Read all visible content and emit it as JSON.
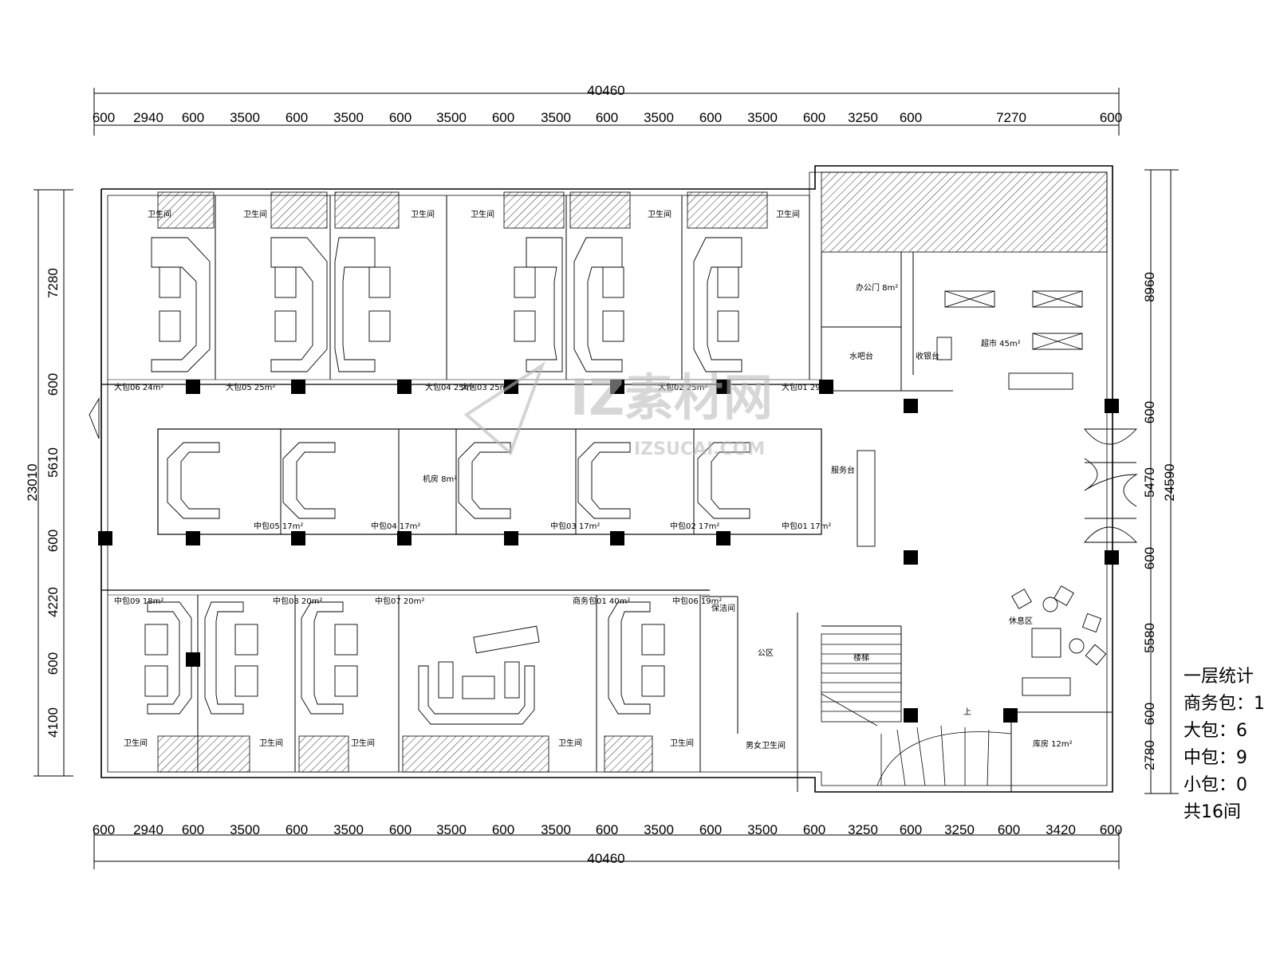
{
  "dims_top": {
    "total": "40460",
    "segments": [
      "600",
      "2940",
      "600",
      "3500",
      "600",
      "3500",
      "600",
      "3500",
      "600",
      "3500",
      "600",
      "3500",
      "600",
      "3500",
      "600",
      "3250",
      "600",
      "7270",
      "600"
    ]
  },
  "dims_bottom": {
    "total": "40460",
    "segments": [
      "600",
      "2940",
      "600",
      "3500",
      "600",
      "3500",
      "600",
      "3500",
      "600",
      "3500",
      "600",
      "3500",
      "600",
      "3500",
      "600",
      "3250",
      "600",
      "3250",
      "600",
      "3420",
      "600"
    ]
  },
  "dims_left": {
    "total": "23010",
    "segments": [
      "7280",
      "600",
      "5610",
      "600",
      "4220",
      "600",
      "4100"
    ]
  },
  "dims_right": {
    "total": "24590",
    "segments": [
      "8960",
      "600",
      "5470",
      "600",
      "5580",
      "600",
      "2780"
    ]
  },
  "rooms": {
    "large": [
      "大包06 24m²",
      "大包05 25m²",
      "大包04 25m²",
      "大包03 25m²",
      "大包02 25m²",
      "大包01 29m²"
    ],
    "mid_row": [
      "中包05 17m²",
      "中包04 17m²",
      "中包03 17m²",
      "中包02 17m²",
      "中包01 17m²"
    ],
    "bottom": [
      "中包09 18m²",
      "中包08 20m²",
      "中包07 20m²",
      "商务包01 40m²",
      "中包06 19m²"
    ],
    "machine_room": "机房 8m²",
    "office": "办公门 8m²",
    "water_bar": "水吧台",
    "cashier": "收银台",
    "supermarket": "超市 45m²",
    "service": "服务台",
    "lounge": "休息区",
    "stairs": "楼梯",
    "storage": "库房 12m²",
    "restroom": "男女卫生间",
    "cleaning": "保洁间",
    "public": "公区",
    "up": "上",
    "wc": "卫生间"
  },
  "stats": {
    "title": "一层统计",
    "business": "商务包：1",
    "large": "大包：6",
    "medium": "中包：9",
    "small": "小包：0",
    "total": "共16间"
  },
  "watermark": {
    "brand": "IZ素材网",
    "domain": "IZSUCAI.COM"
  }
}
